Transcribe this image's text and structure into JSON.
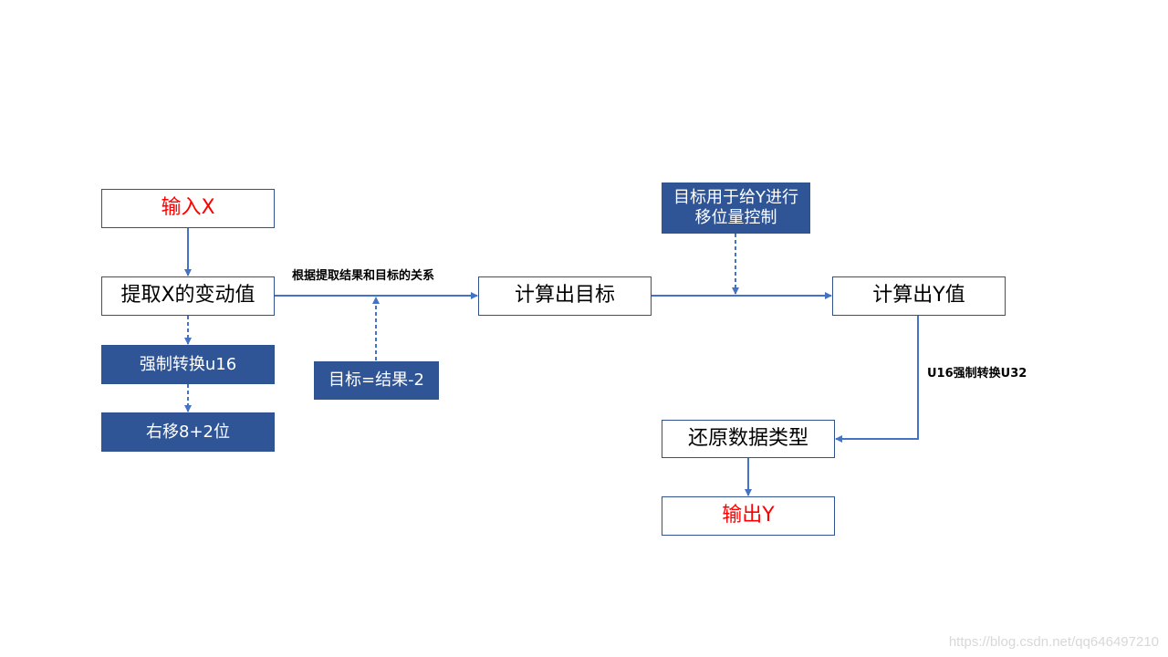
{
  "nodes": {
    "input_x": "输入X",
    "extract_x_delta": "提取X的变动值",
    "cast_u16": "强制转换u16",
    "shift_right": "右移8+2位",
    "target_eq": "目标=结果-2",
    "compute_target": "计算出目标",
    "target_usage_line1": "目标用于给Y进行",
    "target_usage_line2": "移位量控制",
    "compute_y": "计算出Y值",
    "restore_type": "还原数据类型",
    "output_y": "输出Y"
  },
  "edge_labels": {
    "relation": "根据提取结果和目标的关系",
    "cast_u32": "U16强制转换U32"
  },
  "watermark": "https://blog.csdn.net/qq646497210",
  "colors": {
    "line": "#4472c4",
    "box_border": "#2f528f",
    "filled_box": "#2f5597",
    "red_text": "#ff0000"
  }
}
